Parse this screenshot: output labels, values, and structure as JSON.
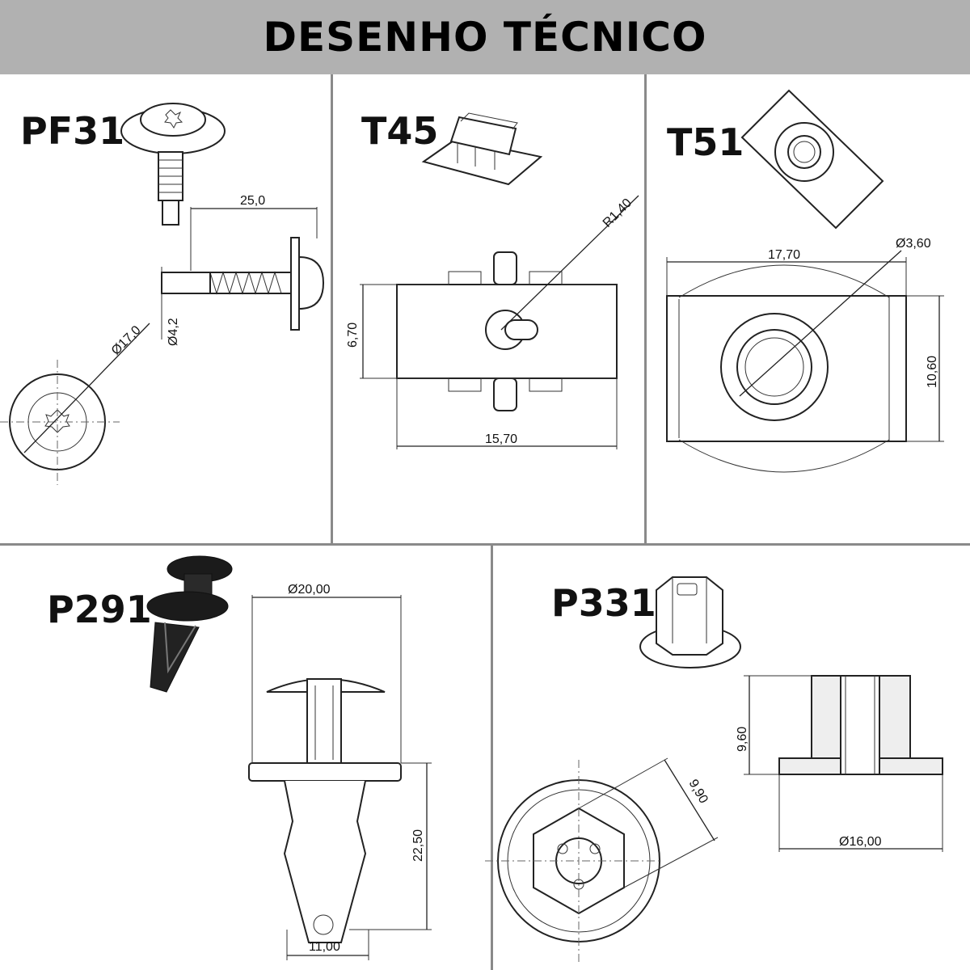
{
  "header": {
    "title": "DESENHO TÉCNICO"
  },
  "parts": [
    {
      "code": "PF31",
      "dimensions": [
        "25,0",
        "Ø17,0",
        "Ø4,2"
      ]
    },
    {
      "code": "T45",
      "dimensions": [
        "R1,40",
        "6,70",
        "15,70"
      ]
    },
    {
      "code": "T51",
      "dimensions": [
        "17,70",
        "Ø3,60",
        "10,60"
      ]
    },
    {
      "code": "P291",
      "dimensions": [
        "Ø20,00",
        "22,50",
        "11,00"
      ]
    },
    {
      "code": "P331",
      "dimensions": [
        "9,60",
        "9,90",
        "Ø16,00"
      ]
    }
  ]
}
